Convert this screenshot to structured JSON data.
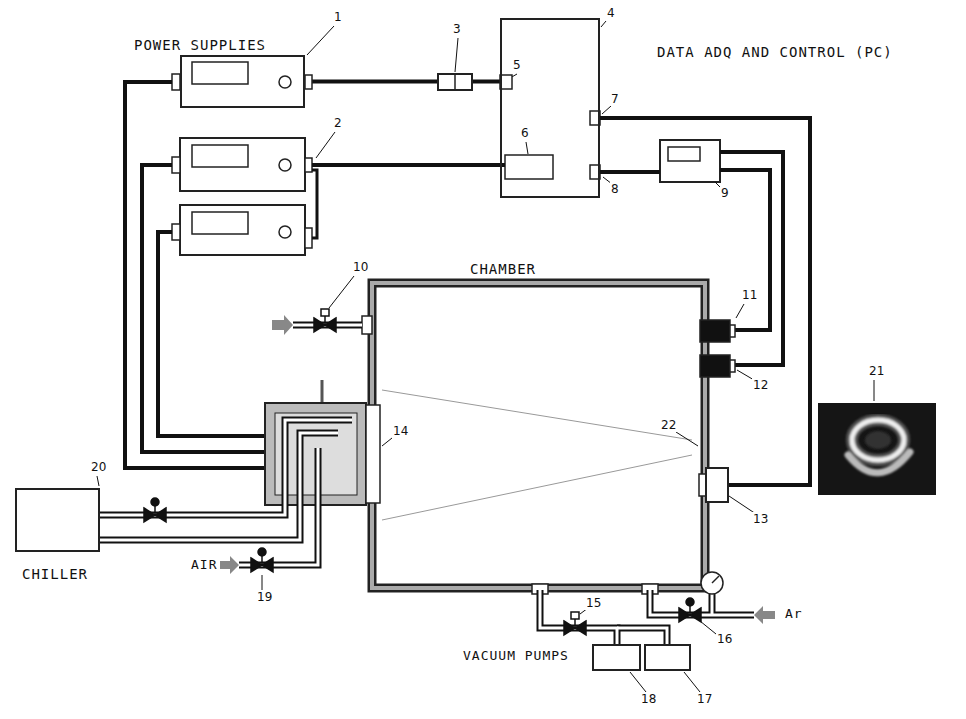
{
  "diagram": {
    "nodes": [
      {
        "text": [
          "POWER SUPPLIES"
        ]
      },
      {
        "text": [
          "DATA ADQ AND CONTROL (PC)"
        ]
      },
      {
        "text": [
          "CHAMBER"
        ]
      },
      {
        "text": [
          "CHILLER"
        ]
      }
    ],
    "edges": [
      {
        "from": 0,
        "to": 1,
        "arrow": "none"
      },
      {
        "from": 1,
        "to": 2,
        "arrow": "none"
      }
    ],
    "labels": [
      "1",
      "3",
      "4",
      "5",
      "6",
      "7",
      "8",
      "2",
      "9",
      "10",
      "11",
      "12",
      "14",
      "22",
      "13",
      "21",
      "20",
      "19",
      "AIR",
      "15",
      "16",
      "Ar",
      "VACUUM PUMPS",
      "18",
      "17"
    ]
  }
}
